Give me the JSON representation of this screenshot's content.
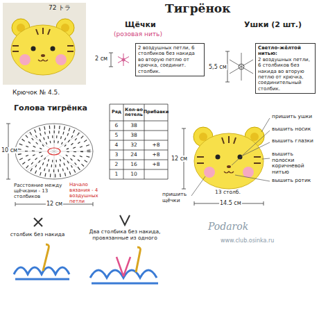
{
  "diagram": {
    "title": "Тигрёнок",
    "nodes": [
      {
        "text": [
          "2 воздушных петли, 6 столбиков без накида во вторую петлю от крючка, соединит. столбик."
        ]
      },
      {
        "text": [
          "Светло-жёлтой нитью:",
          "2 воздушных петли, 6 столбиков без накида во вторую петлю от крючка, соединительный столбик."
        ]
      }
    ],
    "labels": [
      "72 トラ",
      "Крючок № 4.5.",
      "Щёчки",
      "(розовая нить)",
      "2 см",
      "Ушки (2 шт.)",
      "5,5 см",
      "Голова тигрёнка",
      "10 см",
      "12 см",
      "Расстояние между щёчками - 13 столбиков",
      "Начало вязания - 4 воздушных петли",
      "Ряд",
      "Кол-во петель",
      "Прибавки",
      "6",
      "38",
      "5",
      "38",
      "4",
      "32",
      "+8",
      "3",
      "24",
      "+8",
      "2",
      "16",
      "+8",
      "1",
      "10",
      "12 см",
      "14.5 см",
      "пришить ушки",
      "вышить носик",
      "вышить глазки",
      "вышить полоски коричневой нитью",
      "вышить ротик",
      "пришить щёчки",
      "13 столб.",
      "столбик без накида",
      "Два столбика без накида, провязанные из одного",
      "Podarok",
      "www.club.osinka.ru"
    ]
  }
}
